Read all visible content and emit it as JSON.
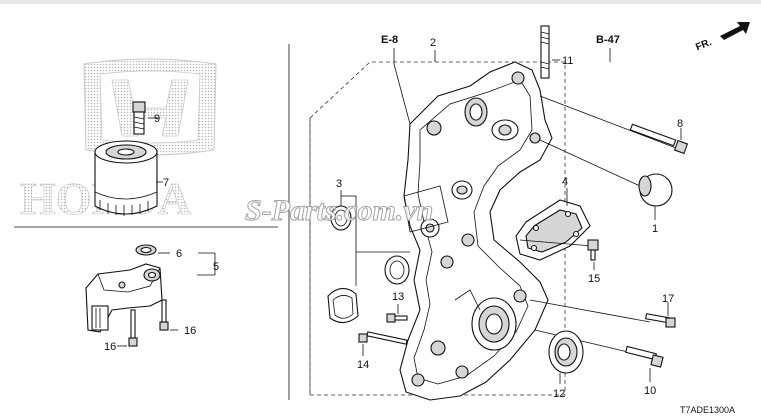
{
  "diagram": {
    "watermark_text": "S-Parts.com.vn",
    "logo_text": "HONDA",
    "diagram_code": "T7ADE1300A",
    "direction_label": "FR.",
    "references": [
      "E-8",
      "B-47"
    ],
    "callouts": {
      "c1": "1",
      "c2": "2",
      "c3": "3",
      "c4": "4",
      "c5": "5",
      "c6": "6",
      "c7": "7",
      "c8": "8",
      "c9": "9",
      "c10": "10",
      "c11": "11",
      "c12": "12",
      "c13": "13",
      "c14": "14",
      "c15": "15",
      "c16a": "16",
      "c16b": "16",
      "c17": "17"
    }
  }
}
